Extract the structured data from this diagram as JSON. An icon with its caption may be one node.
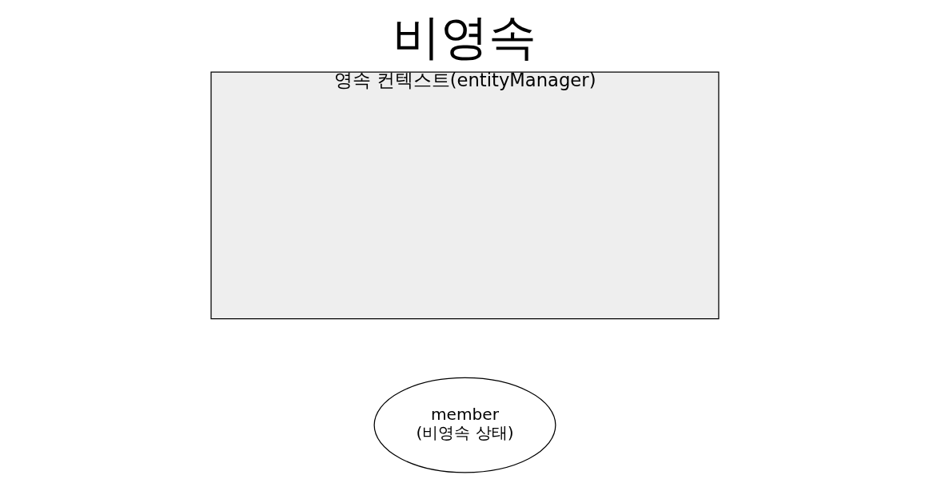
{
  "diagram": {
    "title": "비영속",
    "nodes": [
      {
        "text": [
          "member",
          "(비영속 상태)"
        ]
      },
      {
        "text": [
          "영속 컨텍스트(entityManager)"
        ]
      }
    ],
    "edges": []
  }
}
